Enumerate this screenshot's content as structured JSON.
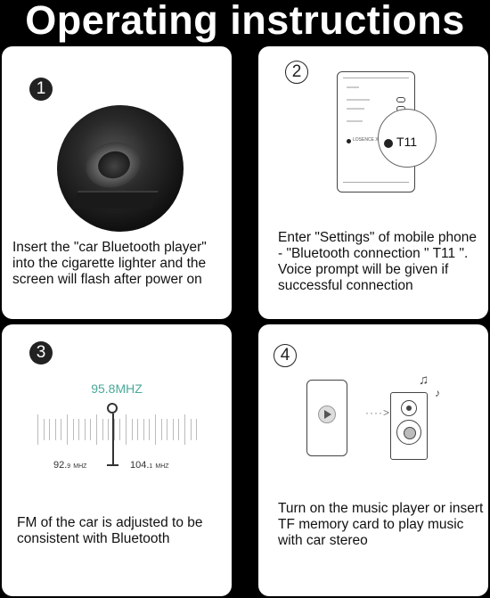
{
  "title": "Operating instructions",
  "steps": [
    {
      "number": "1",
      "text": "Insert the \"car Bluetooth player\" into the cigarette lighter and the screen will flash after power on"
    },
    {
      "number": "2",
      "text": "Enter \"Settings\" of mobile phone - \"Bluetooth connection \" T11 \". Voice prompt will be given if successful connection",
      "device_name": "T11",
      "other_device": "LOSENCE X"
    },
    {
      "number": "3",
      "text": "FM of the car is adjusted to be consistent with Bluetooth",
      "current_freq": "95.8MHZ",
      "left_freq_main": "92.",
      "left_freq_small": "9",
      "left_unit": "MHZ",
      "right_freq_main": "104.",
      "right_freq_small": "1",
      "right_unit": "MHZ"
    },
    {
      "number": "4",
      "text": "Turn on the music player or insert TF memory card to play music with car stereo",
      "arrow": "····>"
    }
  ]
}
